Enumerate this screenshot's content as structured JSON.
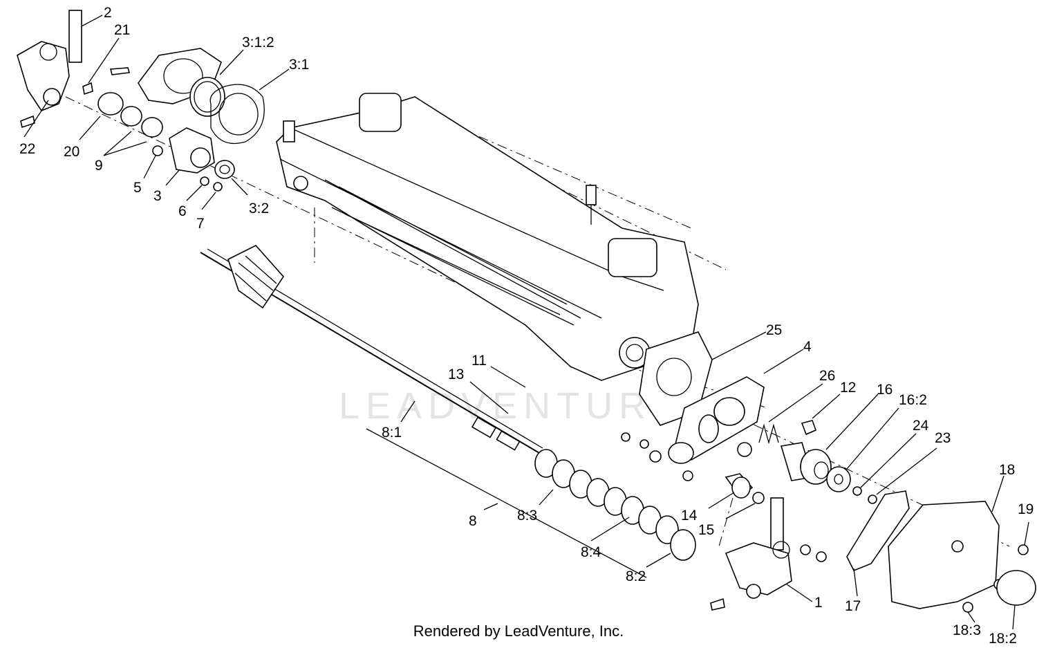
{
  "watermark": "LEADVENTURE",
  "footer": "Rendered by LeadVenture, Inc.",
  "labels": {
    "p2": "2",
    "p21": "21",
    "p3_1_2": "3:1:2",
    "p3_1": "3:1",
    "p22": "22",
    "p20": "20",
    "p9": "9",
    "p5": "5",
    "p3": "3",
    "p6": "6",
    "p7": "7",
    "p3_2": "3:2",
    "p25": "25",
    "p4": "4",
    "p26": "26",
    "p12": "12",
    "p16": "16",
    "p16_2": "16:2",
    "p24": "24",
    "p23": "23",
    "p11": "11",
    "p13": "13",
    "p8_1": "8:1",
    "p8": "8",
    "p8_3": "8:3",
    "p8_4": "8:4",
    "p8_2": "8:2",
    "p14": "14",
    "p15": "15",
    "p18": "18",
    "p19": "19",
    "p17": "17",
    "p1": "1",
    "p18_3": "18:3",
    "p18_2": "18:2"
  }
}
